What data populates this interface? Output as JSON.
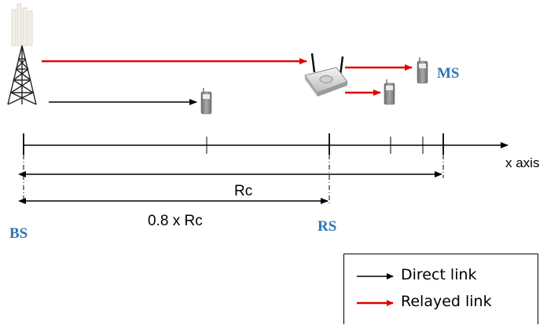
{
  "labels": {
    "bs": "BS",
    "rs": "RS",
    "ms": "MS",
    "rc": "Rc",
    "rc_08": "0.8 x Rc",
    "x_axis": "x axis"
  },
  "legend": {
    "items": [
      {
        "label": "Direct link",
        "color": "#000000"
      },
      {
        "label": "Relayed link",
        "color": "#e00000"
      }
    ]
  },
  "icons": [
    "bs-tower-icon",
    "relay-station-icon",
    "mobile-phone-icon"
  ],
  "colors": {
    "label_blue": "#2e75b6",
    "relay_red": "#e00000",
    "direct_black": "#000000"
  }
}
